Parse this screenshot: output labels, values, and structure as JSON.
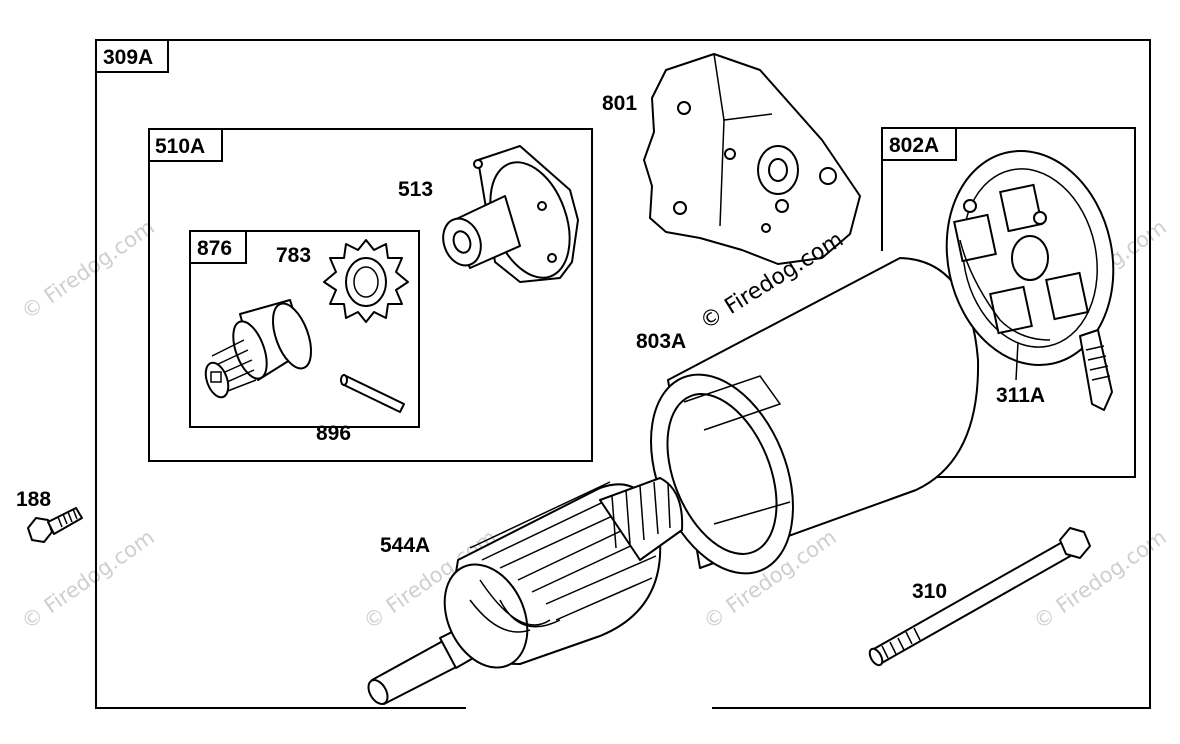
{
  "labels": {
    "group_main": "309A",
    "group_drive": "510A",
    "group_clutch": "876",
    "group_brush": "802A",
    "p188": "188",
    "p513": "513",
    "p783": "783",
    "p896": "896",
    "p801": "801",
    "p803a": "803A",
    "p311a": "311A",
    "p544a": "544A",
    "p310": "310"
  },
  "watermark": {
    "text": "© Firedog.com",
    "text_dark": "© Firedog.com"
  }
}
